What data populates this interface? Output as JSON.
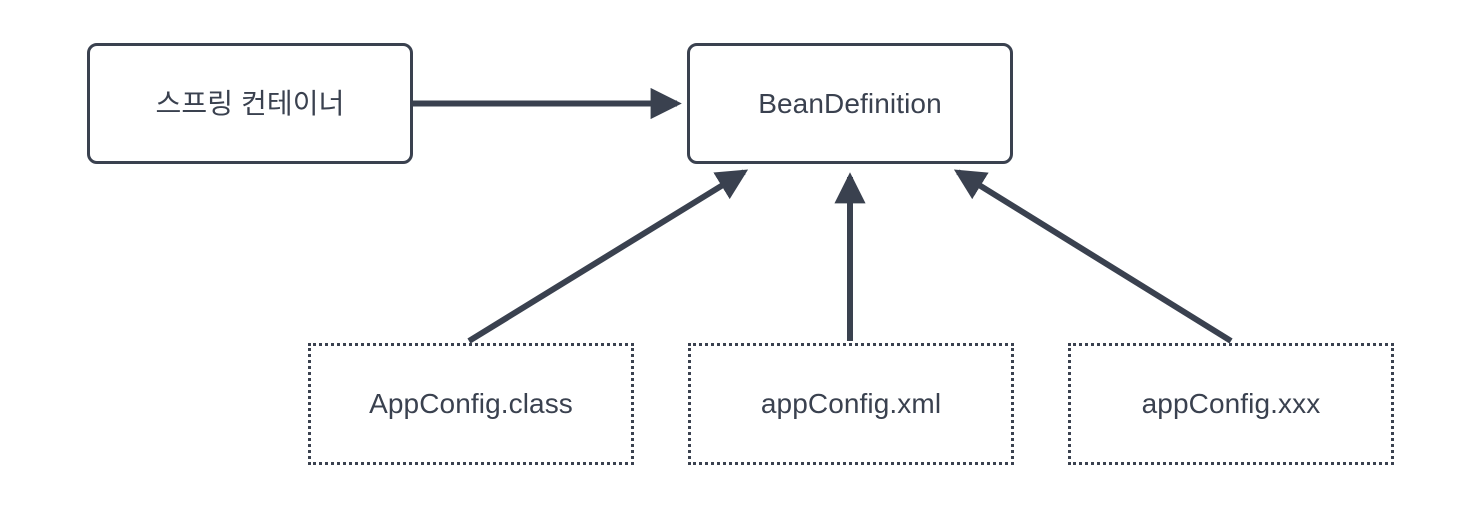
{
  "diagram": {
    "type": "flow-diagram",
    "background_color": "#ffffff",
    "stroke_color": "#3a414f",
    "text_color": "#3a414f",
    "nodes": [
      {
        "id": "spring-container",
        "label": "스프링 컨테이너",
        "shape": "rounded-rectangle",
        "border_style": "solid"
      },
      {
        "id": "bean-definition",
        "label": "BeanDefinition",
        "shape": "rounded-rectangle",
        "border_style": "solid"
      },
      {
        "id": "appconfig-class",
        "label": "AppConfig.class",
        "shape": "rectangle",
        "border_style": "dotted"
      },
      {
        "id": "appconfig-xml",
        "label": "appConfig.xml",
        "shape": "rectangle",
        "border_style": "dotted"
      },
      {
        "id": "appconfig-xxx",
        "label": "appConfig.xxx",
        "shape": "rectangle",
        "border_style": "dotted"
      }
    ],
    "edges": [
      {
        "id": "edge-container-to-beandefinition",
        "from": "spring-container",
        "to": "bean-definition",
        "arrow": "end",
        "label": ""
      },
      {
        "id": "edge-class-to-beandefinition",
        "from": "appconfig-class",
        "to": "bean-definition",
        "arrow": "end",
        "label": ""
      },
      {
        "id": "edge-xml-to-beandefinition",
        "from": "appconfig-xml",
        "to": "bean-definition",
        "arrow": "end",
        "label": ""
      },
      {
        "id": "edge-xxx-to-beandefinition",
        "from": "appconfig-xxx",
        "to": "bean-definition",
        "arrow": "end",
        "label": ""
      }
    ]
  }
}
